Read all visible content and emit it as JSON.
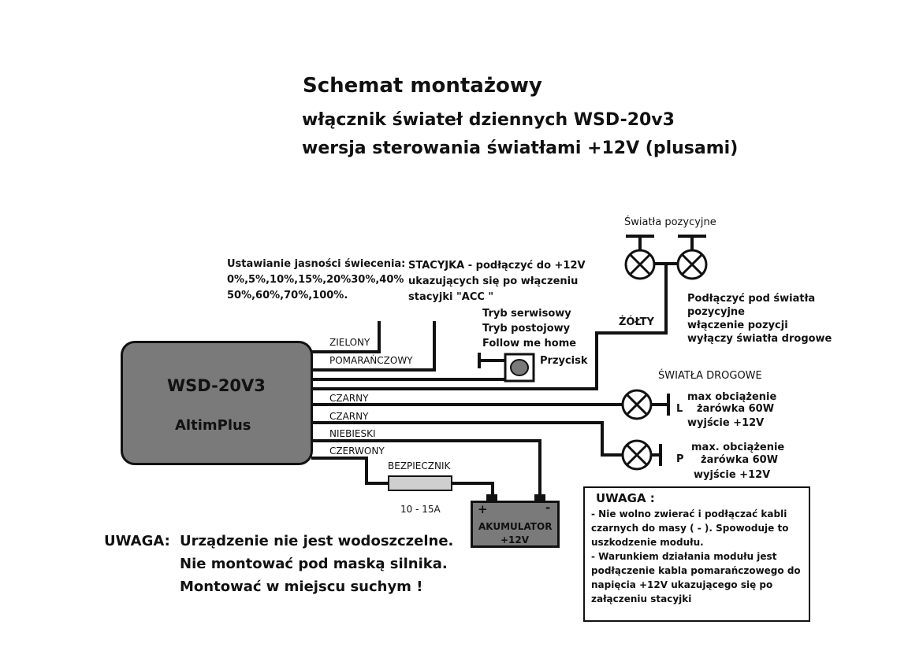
{
  "title": {
    "line1": "Schemat montażowy",
    "line2": "włącznik świateł dziennych WSD-20v3",
    "line3": "wersja sterowania światłami +12V  (plusami)"
  },
  "module": {
    "name": "WSD-20V3",
    "brand": "AltimPlus"
  },
  "brightness": {
    "heading": "Ustawianie jasności świecenia:",
    "line1": "0%,5%,10%,15%,20%30%,40%",
    "line2": "50%,60%,70%,100%."
  },
  "ignition": {
    "line1": "STACYJKA - podłączyć do +12V",
    "line2": "ukazujących się po włączeniu",
    "line3": "stacyjki  \"ACC \""
  },
  "button": {
    "mode1": "Tryb serwisowy",
    "mode2": "Tryb postojowy",
    "mode3": "Follow me home",
    "label": "Przycisk"
  },
  "position_lights": {
    "label": "Światła pozycyjne",
    "note1": "Podłączyć pod światła",
    "note2": "pozycyjne",
    "note3": "włączenie pozycji",
    "note4": "wyłączy światła drogowe"
  },
  "wires": {
    "green": "ZIELONY",
    "orange": "POMARAŃCZOWY",
    "black1": "CZARNY",
    "black2": "CZARNY",
    "blue": "NIEBIESKI",
    "red": "CZERWONY",
    "yellow": "ŻÓŁTY"
  },
  "driving_lights": {
    "label": "ŚWIATŁA DROGOWE",
    "left_side": "L",
    "left_l1": "max obciążenie",
    "left_l2": "żarówka 60W",
    "left_l3": "wyjście +12V",
    "right_side": "P",
    "right_l1": "max. obciążenie",
    "right_l2": "żarówka 60W",
    "right_l3": "wyjście +12V"
  },
  "fuse": {
    "label": "BEZPIECZNIK",
    "rating": "10 - 15A"
  },
  "battery": {
    "plus": "+",
    "minus": "-",
    "label1": "AKUMULATOR",
    "label2": "+12V"
  },
  "warning": {
    "prefix": "UWAGA:",
    "line1": "Urządzenie nie jest wodoszczelne.",
    "line2": "Nie montować pod maską silnika.",
    "line3": "Montować w miejscu suchym !"
  },
  "notice": {
    "heading": "UWAGA :",
    "l1": "- Nie wolno zwierać i podłączać kabli",
    "l2": "czarnych do masy ( - ). Spowoduje to",
    "l3": "uszkodzenie modułu.",
    "l4": "- Warunkiem działania modułu jest",
    "l5": "podłączenie kabla pomarańczowego do",
    "l6": "napięcia  +12V ukazującego się po",
    "l7": "załączeniu stacyjki"
  }
}
